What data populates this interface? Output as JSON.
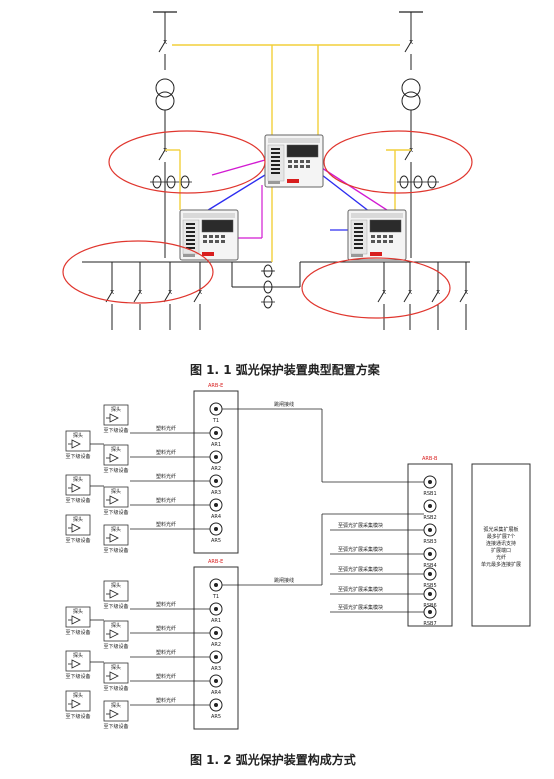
{
  "figure1": {
    "caption": "图 1. 1  弧光保护装置典型配置方案",
    "colors": {
      "yellow": "#f2cf3a",
      "blue": "#2d2df0",
      "magenta": "#d21ad2",
      "ellipse": "#e0362e",
      "alarm": "#d81e1e"
    }
  },
  "figure2": {
    "caption": "图 1. 2  弧光保护装置构成方式",
    "unitA": {
      "model": "ARB-E",
      "ports": [
        "T1",
        "AR1",
        "AR2",
        "AR3",
        "AR4",
        "AR5"
      ],
      "trip_label": "跳闸接线",
      "fiber_label": "塑料光纤"
    },
    "unitB": {
      "model": "ARB-E",
      "ports": [
        "T1",
        "AR1",
        "AR2",
        "AR3",
        "AR4",
        "AR5"
      ],
      "trip_label": "跳闸接线",
      "fiber_label": "塑料光纤"
    },
    "unitC": {
      "model": "ARB-B",
      "ports": [
        "RSB1",
        "RSB2",
        "RSB3",
        "RSB4",
        "RSB5",
        "RSB6",
        "RSB7"
      ],
      "conn_label": "至弧光扩展采集模块"
    },
    "sensor": {
      "top": "探头",
      "bottom": "至下级设备"
    },
    "note": [
      "弧光采集扩展板",
      "最多扩展7个",
      "连接通讯支持",
      "扩展端口",
      "光纤",
      "单元最多连接扩展"
    ]
  }
}
